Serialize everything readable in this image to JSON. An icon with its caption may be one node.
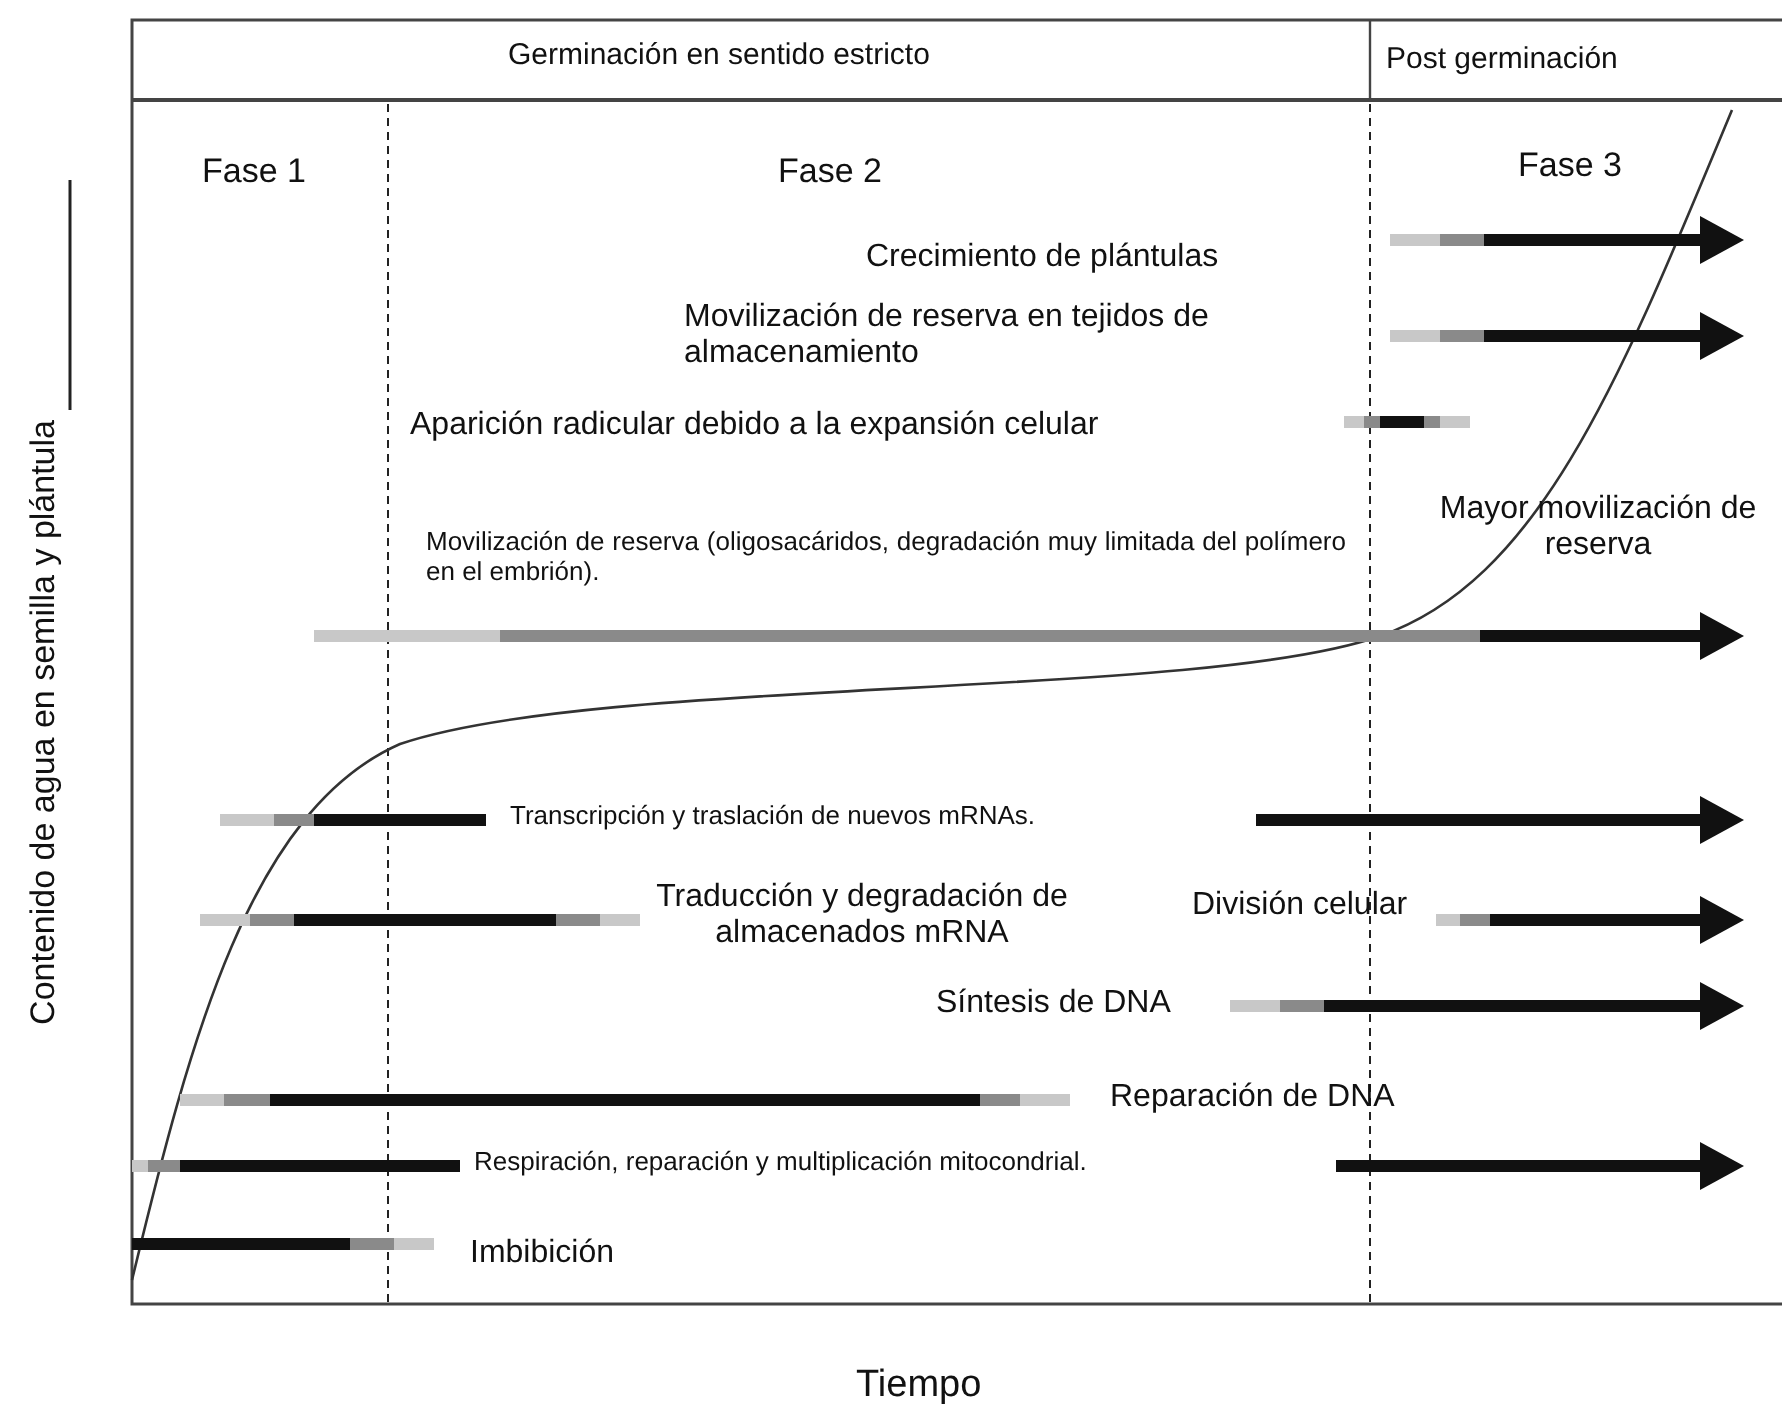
{
  "diagram": {
    "labels": [
      "Germinación en sentido estricto",
      "Post germinación",
      "Fase 1",
      "Fase 2",
      "Fase 3",
      "Crecimiento de plántulas",
      "Movilización de reserva en tejidos de almacenamiento",
      "Aparición radicular debido a la expansión celular",
      "Mayor movilización de reserva",
      "Movilización de reserva (oligosacáridos, degradación muy limitada del polímero en el embrión).",
      "Transcripción y traslación de nuevos mRNAs.",
      "Traducción y degradación de almacenados mRNA",
      "División celular",
      "Síntesis de DNA",
      "Reparación de DNA",
      "Respiración, reparación y multiplicación mitocondrial.",
      "Imbibición",
      "Contenido de agua en semilla y plántula",
      "Tiempo"
    ]
  }
}
